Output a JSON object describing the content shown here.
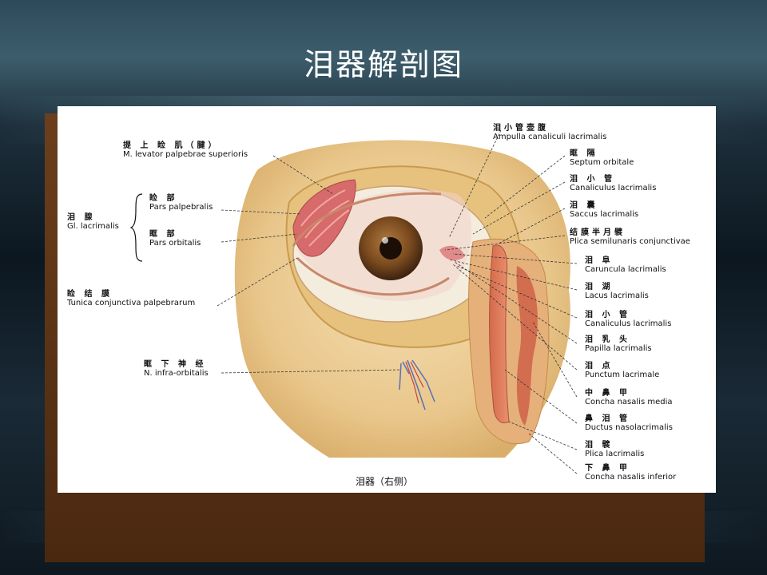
{
  "slide": {
    "title": "泪器解剖图",
    "caption": "泪器（右侧）"
  },
  "labels_left": [
    {
      "cn": "提 上 睑 肌（腱）",
      "la": "M. levator palpebrae superioris"
    },
    {
      "cn": "睑 部",
      "la": "Pars palpebralis"
    },
    {
      "cn": "眶 部",
      "la": "Pars orbitalis"
    },
    {
      "cn": "睑 结 膜",
      "la": "Tunica conjunctiva palpebrarum"
    },
    {
      "cn": "眶 下 神 经",
      "la": "N. infra-orbitalis"
    }
  ],
  "gland_label": {
    "cn": "泪 腺",
    "la": "Gl. lacrimalis"
  },
  "labels_right": [
    {
      "cn": "泪小管壶腹",
      "la": "Ampulla canaliculi lacrimalis"
    },
    {
      "cn": "眶 隔",
      "la": "Septum orbitale"
    },
    {
      "cn": "泪 小 管",
      "la": "Canaliculus lacrimalis"
    },
    {
      "cn": "泪 囊",
      "la": "Saccus lacrimalis"
    },
    {
      "cn": "结膜半月襞",
      "la": "Plica semilunaris conjunctivae"
    },
    {
      "cn": "泪 阜",
      "la": "Caruncula lacrimalis"
    },
    {
      "cn": "泪 湖",
      "la": "Lacus lacrimalis"
    },
    {
      "cn": "泪 小 管",
      "la": "Canaliculus lacrimalis"
    },
    {
      "cn": "泪 乳 头",
      "la": "Papilla lacrimalis"
    },
    {
      "cn": "泪 点",
      "la": "Punctum lacrimale"
    },
    {
      "cn": "中 鼻 甲",
      "la": "Concha nasalis media"
    },
    {
      "cn": "鼻 泪 管",
      "la": "Ductus nasolacrimalis"
    },
    {
      "cn": "泪 襞",
      "la": "Plica lacrimalis"
    },
    {
      "cn": "下 鼻 甲",
      "la": "Concha nasalis inferior"
    }
  ]
}
